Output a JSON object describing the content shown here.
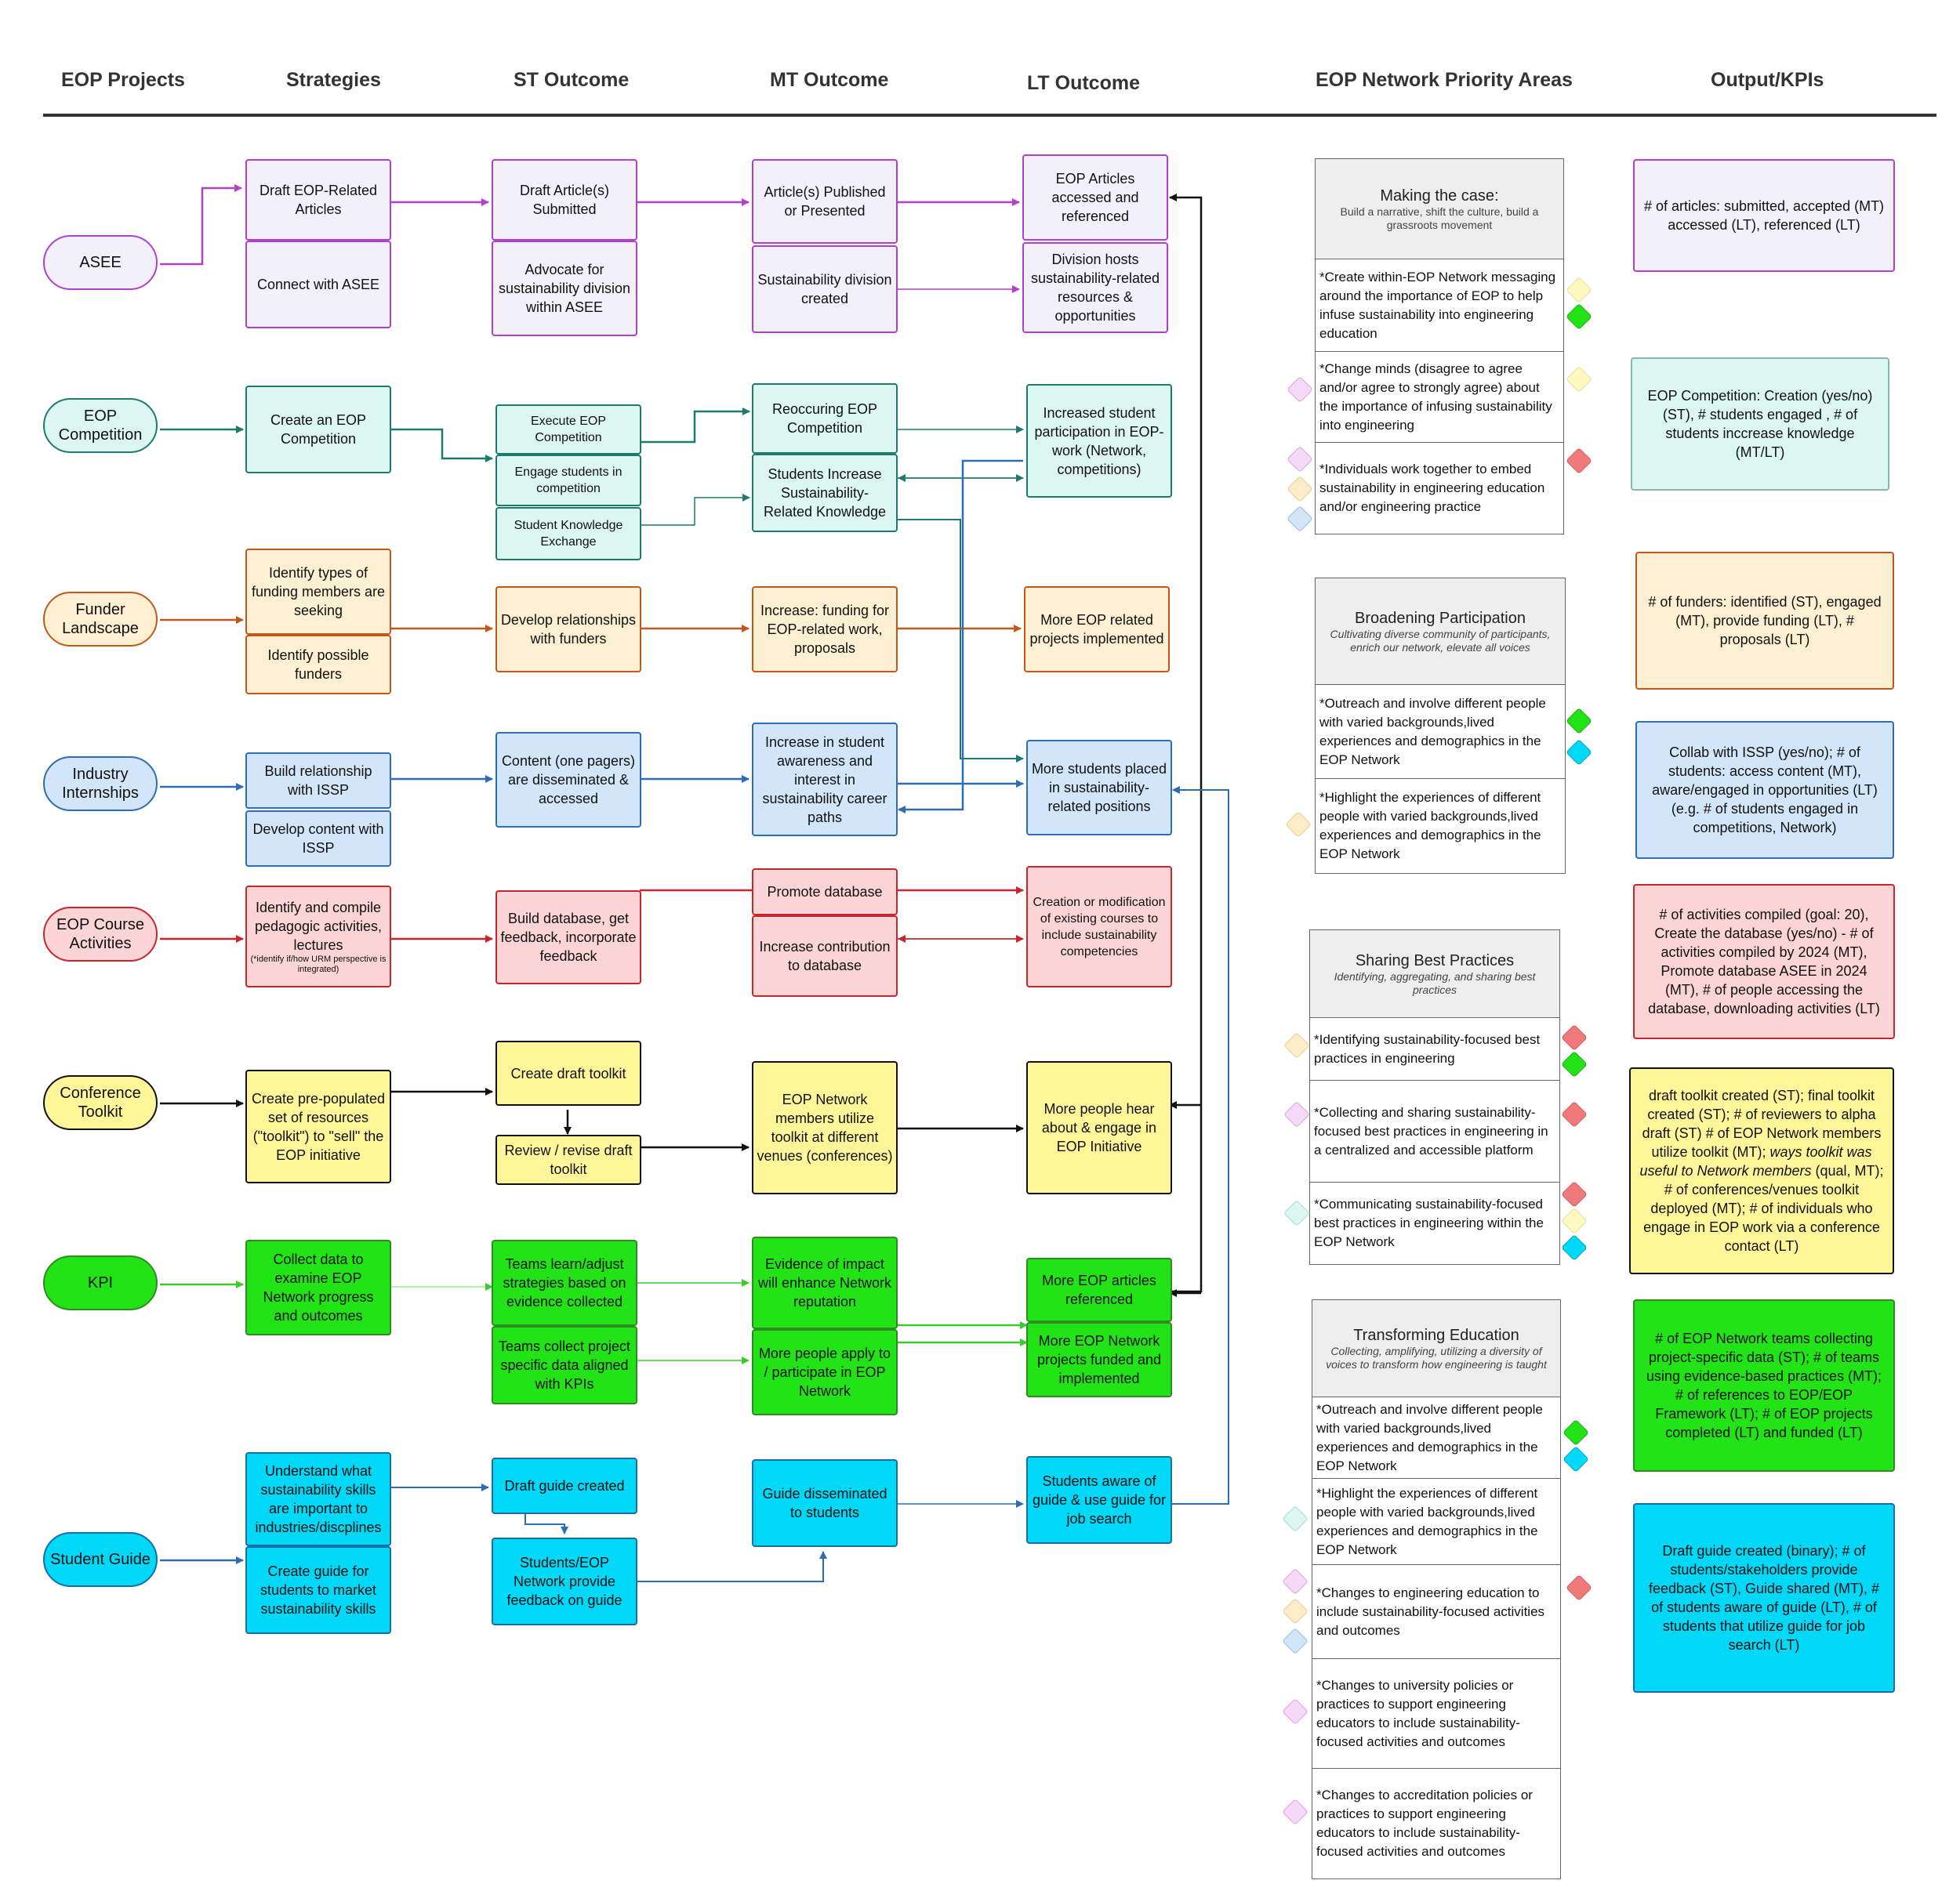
{
  "headers": {
    "projects": "EOP Projects",
    "strategies": "Strategies",
    "st": "ST Outcome",
    "mt": "MT Outcome",
    "lt": "LT Outcome",
    "priority": "EOP Network Priority Areas",
    "output": "Output/KPIs"
  },
  "colors": {
    "purple_fill": "#f2f0fb",
    "purple_line": "#b23fd0",
    "teal_fill": "#dcf7f1",
    "teal_line": "#1c7b6c",
    "orange_fill": "#fdf0d2",
    "orange_line": "#c0591b",
    "blue_fill": "#d2e6fa",
    "blue_line": "#2e6db5",
    "red_fill": "#fbd5d5",
    "red_line": "#c9252c",
    "yellow_fill": "#fff699",
    "yellow_line": "#111111",
    "green_fill": "#22e316",
    "green_line": "#2d8c22",
    "cyan_fill": "#00d8f7",
    "cyan_line": "#1a6ea8"
  },
  "projects": {
    "asee": "ASEE",
    "competition": "EOP Competition",
    "funder": "Funder Landscape",
    "industry": "Industry Internships",
    "course": "EOP Course Activities",
    "conference": "Conference Toolkit",
    "kpi": "KPI",
    "guide": "Student Guide"
  },
  "asee": {
    "s1": "Draft EOP-Related Articles",
    "s2": "Connect with ASEE",
    "st1": "Draft Article(s) Submitted",
    "st2": "Advocate for sustainability division within ASEE",
    "mt1": "Article(s) Published or Presented",
    "mt2": "Sustainability division created",
    "lt1": "EOP Articles accessed and referenced",
    "lt2": "Division hosts sustainability-related resources & opportunities"
  },
  "competition": {
    "s1": "Create an EOP Competition",
    "st1": "Execute EOP Competition",
    "st2": "Engage students in competition",
    "st3": "Student Knowledge Exchange",
    "mt1": "Reoccuring EOP Competition",
    "mt2": "Students Increase Sustainability-Related Knowledge",
    "lt1": "Increased student participation in EOP-work (Network, competitions)"
  },
  "funder": {
    "s1": "Identify types of funding members are seeking",
    "s2": "Identify possible funders",
    "st1": "Develop relationships with funders",
    "mt1": "Increase: funding for EOP-related work, proposals",
    "lt1": "More EOP related projects implemented"
  },
  "industry": {
    "s1": "Build relationship with ISSP",
    "s2": "Develop content with ISSP",
    "st1": "Content (one pagers)  are disseminated & accessed",
    "mt1": "Increase in student awareness and interest in sustainability career paths",
    "lt1": "More students placed in sustainability-related positions"
  },
  "course": {
    "s1": "Identify and compile pedagogic activities, lectures",
    "s1_note": "(*identify if/how URM perspective is integrated)",
    "st1": "Build database, get feedback, incorporate feedback",
    "mt1": "Promote database",
    "mt2": "Increase contribution to database",
    "lt1": "Creation or modification of existing courses to include sustainability competencies"
  },
  "conference": {
    "s1": "Create pre-populated set of resources (\"toolkit\") to \"sell\" the EOP initiative",
    "st1": "Create draft toolkit",
    "st2": "Review / revise draft toolkit",
    "mt1": "EOP Network members utilize toolkit at different venues (conferences)",
    "lt1": "More people hear about & engage in EOP Initiative"
  },
  "kpi": {
    "s1": "Collect data to examine EOP Network progress and outcomes",
    "st1": "Teams learn/adjust strategies based on evidence collected",
    "st2": "Teams collect project specific data aligned with KPIs",
    "mt1": "Evidence of impact will enhance Network reputation",
    "mt2": "More people apply to / participate in EOP Network",
    "lt1": "More EOP articles referenced",
    "lt2": "More EOP Network projects funded and implemented"
  },
  "guide": {
    "s1": "Understand what sustainability skills are important to industries/discplines",
    "s2": "Create guide for students to market sustainability skills",
    "st1": "Draft guide created",
    "st2": "Students/EOP Network provide feedback on guide",
    "mt1": "Guide disseminated to students",
    "lt1": "Students aware of guide & use guide for job search"
  },
  "areas": {
    "making": {
      "title": "Making the case:",
      "sub": "Build a narrative, shift the culture, build a grassroots movement",
      "items": [
        "*Create within-EOP Network messaging around the importance of EOP to help infuse sustainability into engineering education",
        "*Change minds (disagree to agree and/or agree to strongly agree) about the importance of infusing sustainability into engineering",
        "*Individuals work together to embed sustainability in engineering education and/or engineering practice"
      ]
    },
    "broadening": {
      "title": "Broadening Participation",
      "sub": "Cultivating diverse community of participants, enrich our network, elevate all voices",
      "items": [
        "*Outreach and involve different people with varied backgrounds,lived experiences and demographics in the EOP Network",
        "*Highlight the experiences of different people with varied backgrounds,lived experiences and demographics in the EOP Network"
      ]
    },
    "sharing": {
      "title": "Sharing Best Practices",
      "sub": "Identifying, aggregating, and sharing best practices",
      "items": [
        "*Identifying sustainability-focused best practices in engineering",
        "*Collecting and sharing sustainability-focused best practices in engineering in a centralized and accessible platform",
        "*Communicating sustainability-focused best practices in engineering within the EOP Network"
      ]
    },
    "transforming": {
      "title": "Transforming Education",
      "sub": "Collecting, amplifying, utilizing a diversity of voices to transform how engineering is taught",
      "items": [
        "*Outreach and involve different people with varied backgrounds,lived experiences and demographics in the EOP Network",
        "*Highlight the experiences of different people with varied backgrounds,lived experiences and demographics in the EOP Network",
        "*Changes to engineering education to include sustainability-focused activities and outcomes",
        "*Changes to university policies or practices to support engineering educators to include sustainability-focused activities and outcomes",
        "*Changes to accreditation policies or practices to support engineering educators to include sustainability-focused activities and outcomes"
      ]
    }
  },
  "kpis": {
    "asee": "# of articles: submitted, accepted (MT) accessed (LT), referenced (LT)",
    "competition": "EOP Competition: Creation (yes/no) (ST), # students engaged , # of students inccrease knowledge (MT/LT)",
    "funder": "# of funders: identified (ST), engaged (MT), provide funding (LT), # proposals (LT)",
    "industry": "Collab with ISSP (yes/no); # of students: access content (MT), aware/engaged in opportunities (LT) (e.g. # of students engaged in competitions, Network)",
    "course": "# of activities compiled (goal: 20), Create the database (yes/no) -  # of activities compiled by 2024 (MT), Promote database ASEE in 2024 (MT), # of  people accessing the database, downloading activities (LT)",
    "conference_a": "draft toolkit created (ST);  final toolkit created (ST); # of reviewers to alpha draft (ST) # of EOP Network members utilize toolkit (MT); ",
    "conference_b": "ways toolkit was useful to Network members",
    "conference_c": " (qual, MT);  # of conferences/venues toolkit deployed (MT); # of individuals who engage in EOP work via  a conference contact (LT)",
    "kpi": "# of EOP Network teams collecting project-specific data (ST); # of teams using evidence-based practices (MT); # of references to EOP/EOP Framework (LT); # of EOP projects completed (LT) and funded (LT)",
    "guide": "Draft guide created (binary); # of students/stakeholders provide feedback (ST), Guide shared (MT), # of students aware of guide (LT), # of students that utilize guide for job search (LT)"
  }
}
